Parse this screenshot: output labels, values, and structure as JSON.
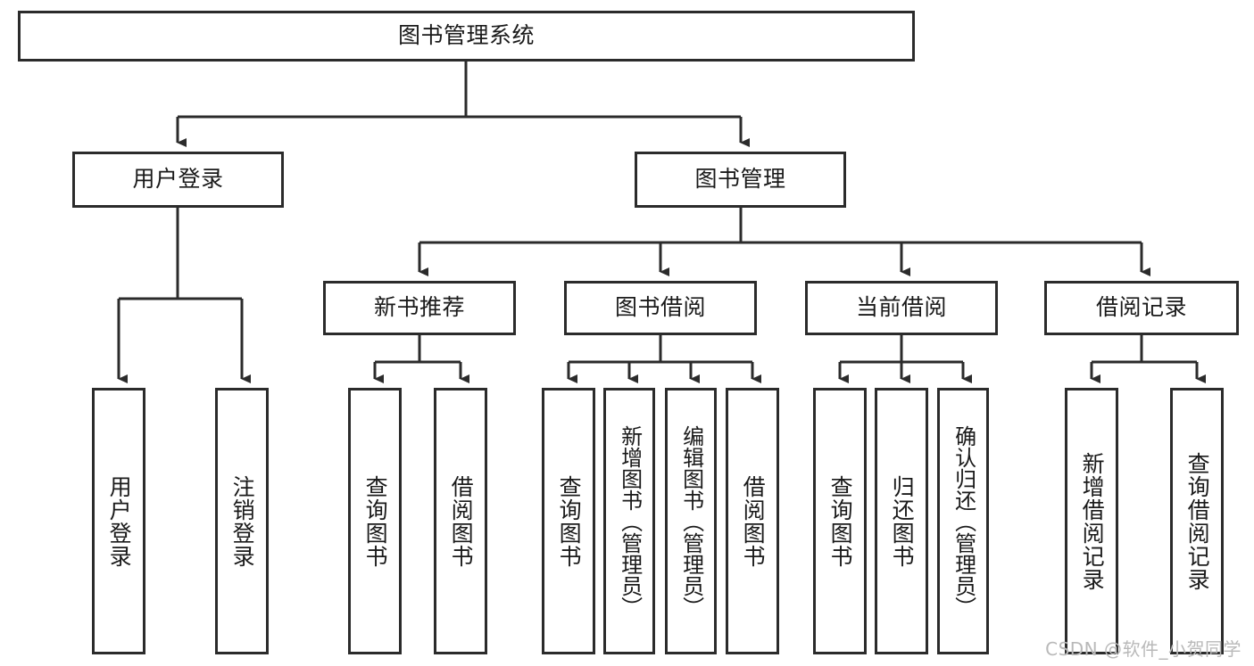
{
  "diagram": {
    "type": "tree-hierarchy",
    "title": "图书管理系统",
    "root": {
      "label": "图书管理系统"
    },
    "level2": [
      {
        "label": "用户登录"
      },
      {
        "label": "图书管理"
      }
    ],
    "level3": [
      {
        "label": "新书推荐"
      },
      {
        "label": "图书借阅"
      },
      {
        "label": "当前借阅"
      },
      {
        "label": "借阅记录"
      }
    ],
    "leaves": {
      "user_login": [
        {
          "label": "用户登录"
        },
        {
          "label": "注销登录"
        }
      ],
      "new_book_recommend": [
        {
          "label": "查询图书"
        },
        {
          "label": "借阅图书"
        }
      ],
      "book_borrow": [
        {
          "label": "查询图书"
        },
        {
          "label": "新增图书（管理员）"
        },
        {
          "label": "编辑图书（管理员）"
        },
        {
          "label": "借阅图书"
        }
      ],
      "current_borrow": [
        {
          "label": "查询图书"
        },
        {
          "label": "归还图书"
        },
        {
          "label": "确认归还（管理员）"
        }
      ],
      "borrow_record": [
        {
          "label": "新增借阅记录"
        },
        {
          "label": "查询借阅记录"
        }
      ]
    }
  },
  "watermark": {
    "text": "CSDN @软件_小贺同学"
  },
  "colors": {
    "border": "#2b2b2b",
    "background": "#ffffff",
    "text": "#1a1a1a",
    "watermark": "#b9b9b9"
  }
}
